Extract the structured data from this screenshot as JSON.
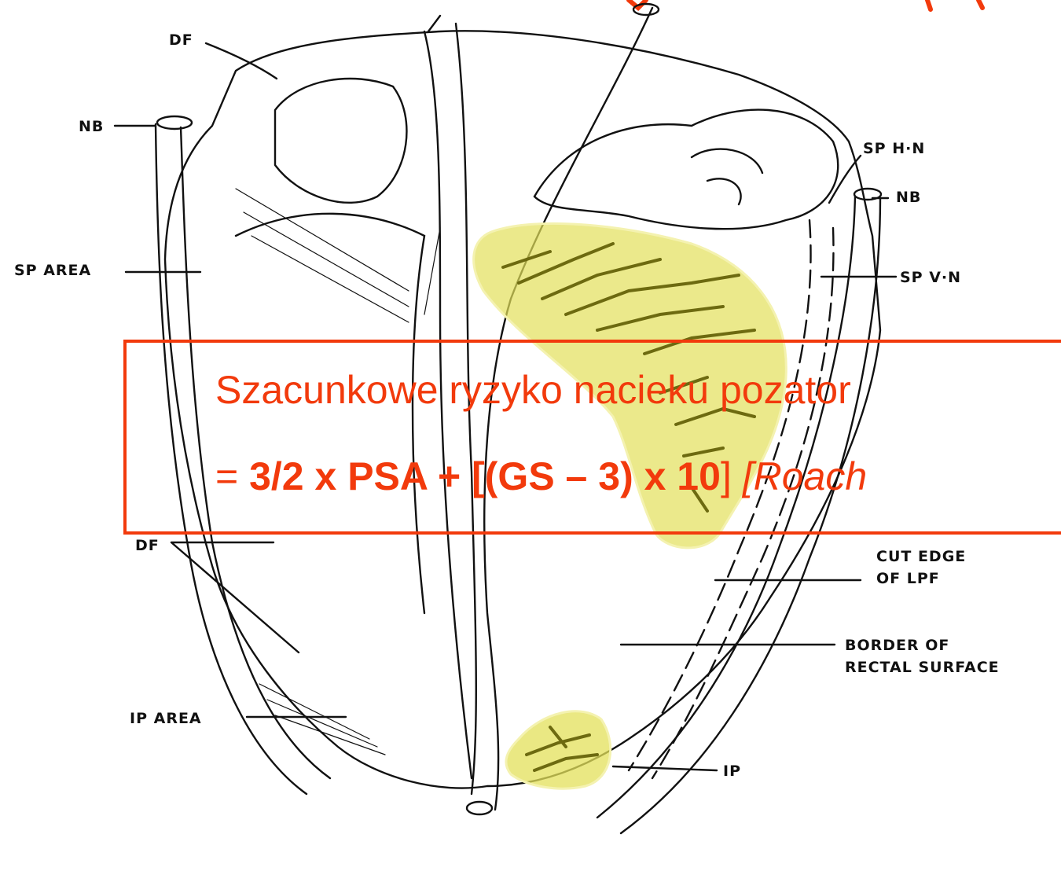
{
  "labels": {
    "df_top": "DF",
    "nb_left": "NB",
    "sp_hn": "SP H·N",
    "nb_right": "NB",
    "sp_area": "SP AREA",
    "sp_vn": "SP V·N",
    "df_left": "DF",
    "cut_edge_1": "CUT EDGE",
    "cut_edge_2": "OF LPF",
    "border_1": "BORDER OF",
    "border_2": "RECTAL SURFACE",
    "ip_area": "IP AREA",
    "ip": "IP"
  },
  "formula": {
    "line1": "Szacunkowe ryzyko nacieku pozator",
    "line2_start": "= ",
    "line2_bold": "3/2 x PSA + [(GS – 3) x 10",
    "line2_bracket": "] ",
    "line2_italic": "[Roach"
  },
  "colors": {
    "accent": "#f23a0c",
    "highlight": "#e3e05a",
    "ink": "#111111"
  }
}
